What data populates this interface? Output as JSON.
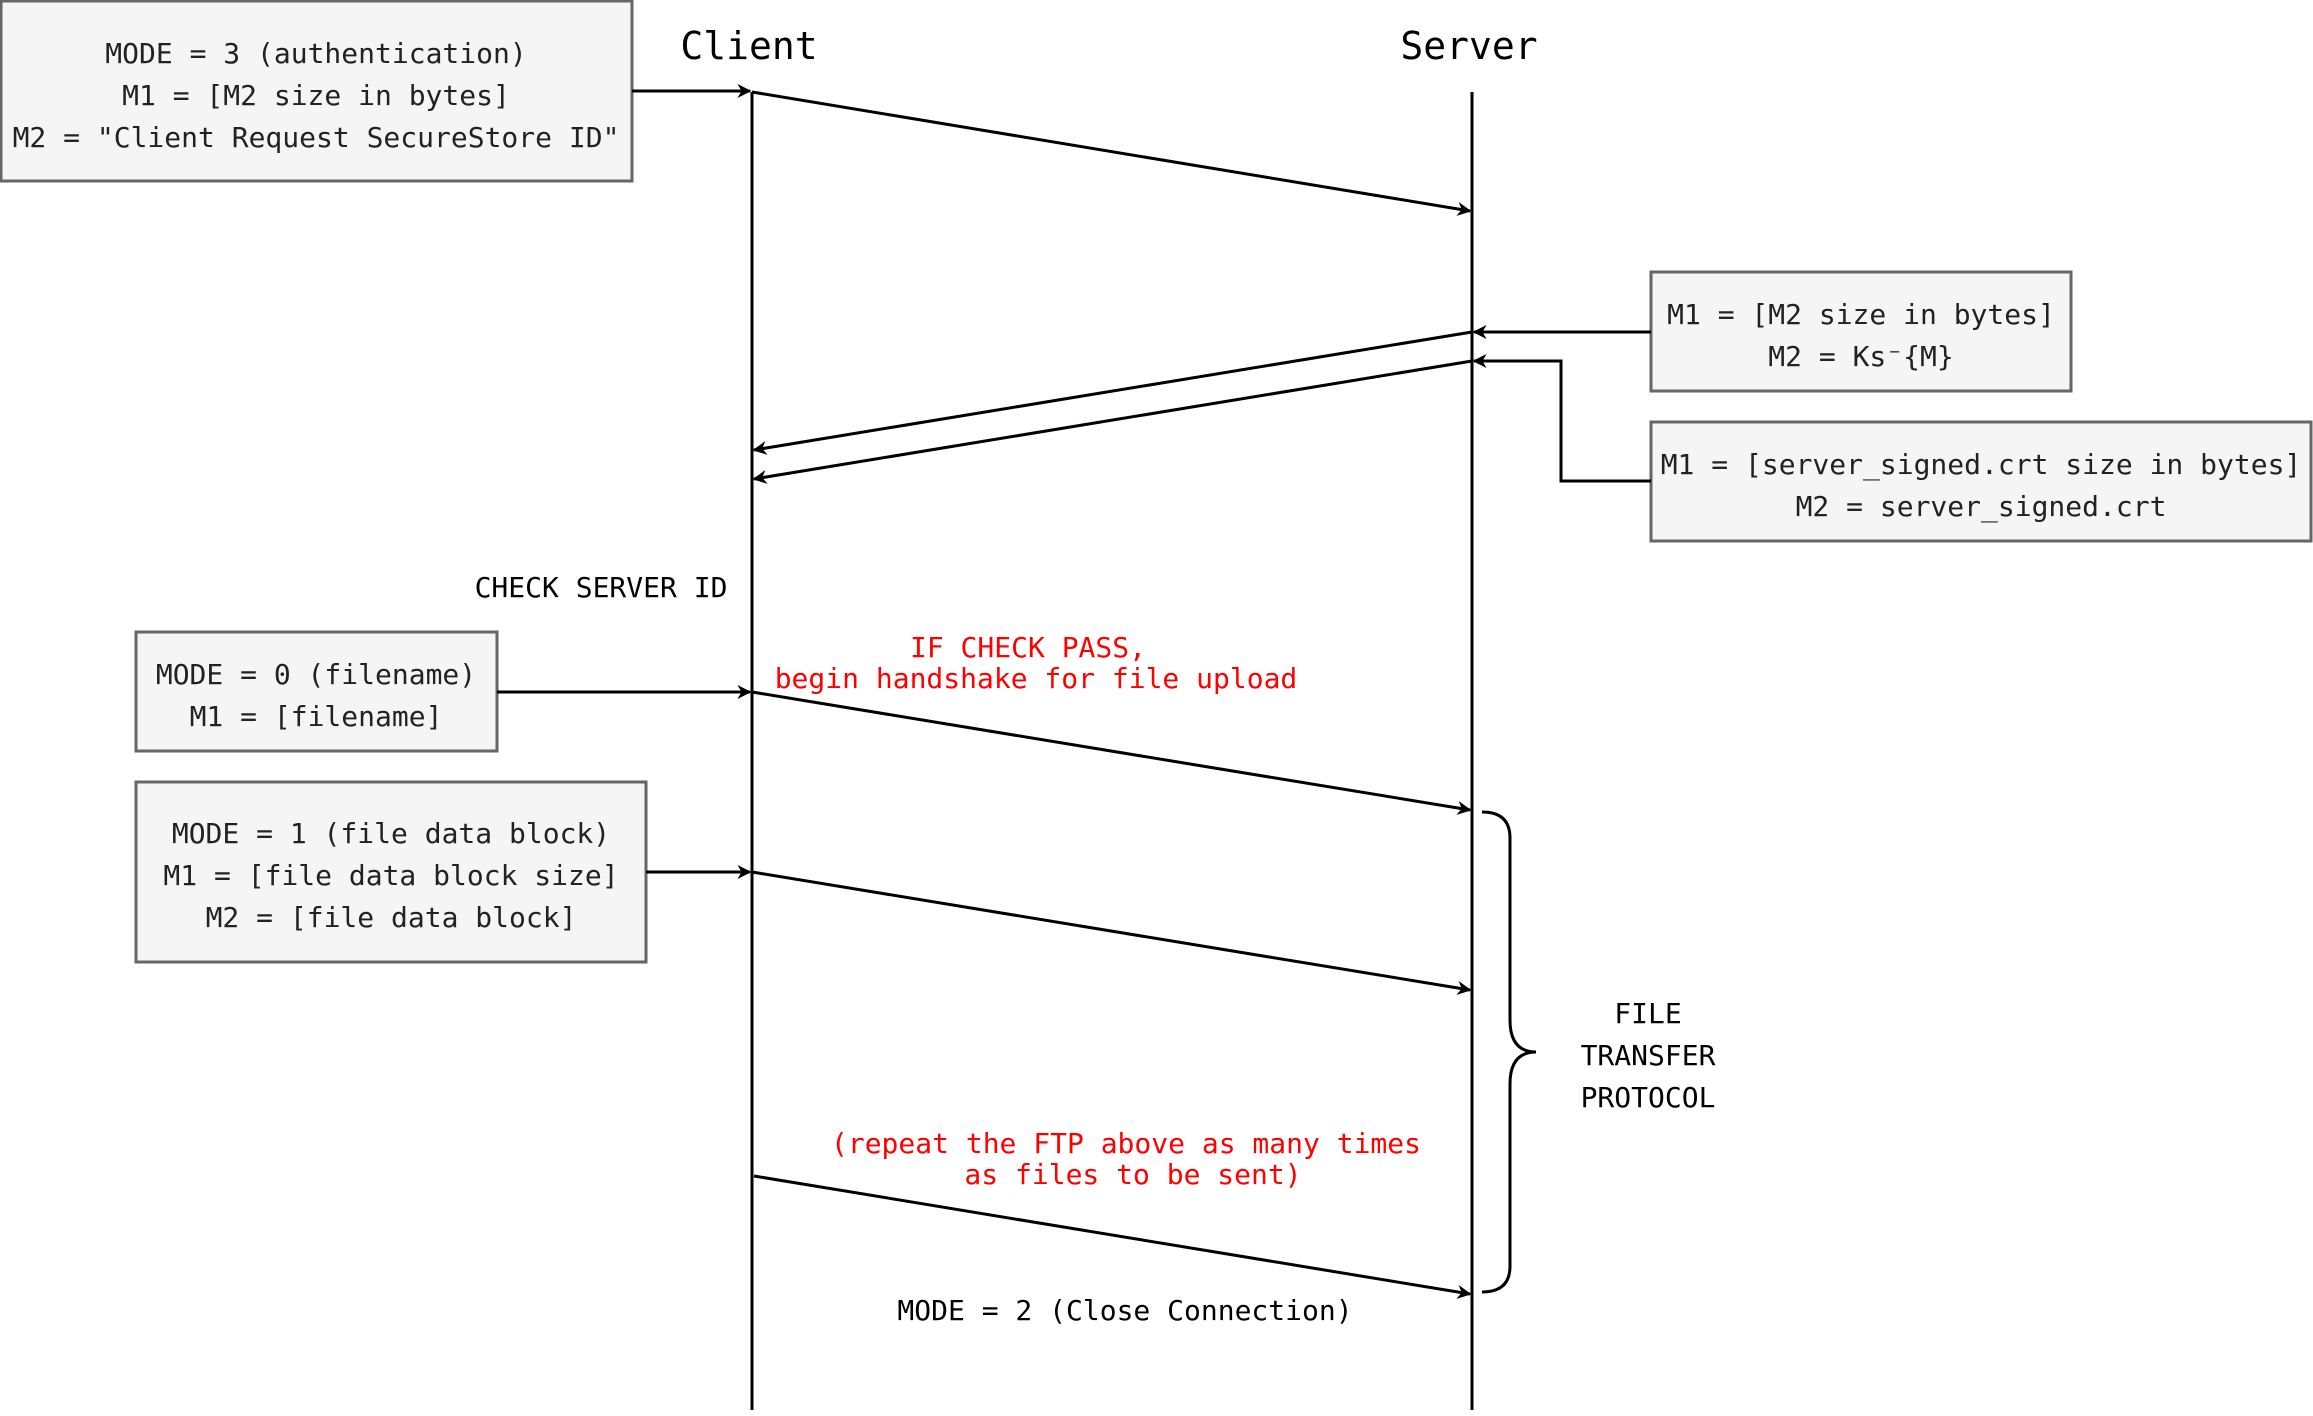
{
  "participants": {
    "client": "Client",
    "server": "Server"
  },
  "boxes": {
    "auth_request": {
      "lines": [
        "MODE = 3 (authentication)",
        "M1 = [M2 size in bytes]",
        "M2 = \"Client Request SecureStore ID\""
      ]
    },
    "server_signature": {
      "lines": [
        "M1 = [M2 size in bytes]",
        "M2 = Ks⁻{M}"
      ]
    },
    "server_cert": {
      "lines": [
        "M1 = [server_signed.crt size in bytes]",
        "M2 = server_signed.crt"
      ]
    },
    "filename": {
      "lines": [
        "MODE = 0 (filename)",
        "M1 = [filename]"
      ]
    },
    "file_block": {
      "lines": [
        "MODE = 1 (file data block)",
        "M1 = [file data block size]",
        "M2 = [file data block]"
      ]
    }
  },
  "notes": {
    "check_server_id": "CHECK SERVER ID",
    "if_check_pass": [
      "IF CHECK PASS,",
      "begin handshake for file upload"
    ],
    "repeat": [
      "(repeat the FTP above as many times",
      "as files to be sent)"
    ],
    "close_connection": "MODE = 2 (Close Connection)",
    "ftp_label": [
      "FILE",
      "TRANSFER",
      "PROTOCOL"
    ]
  },
  "colors": {
    "box_fill": "#f5f5f5",
    "box_stroke": "#666666",
    "highlight_text": "#ff0000",
    "line": "#000000"
  }
}
